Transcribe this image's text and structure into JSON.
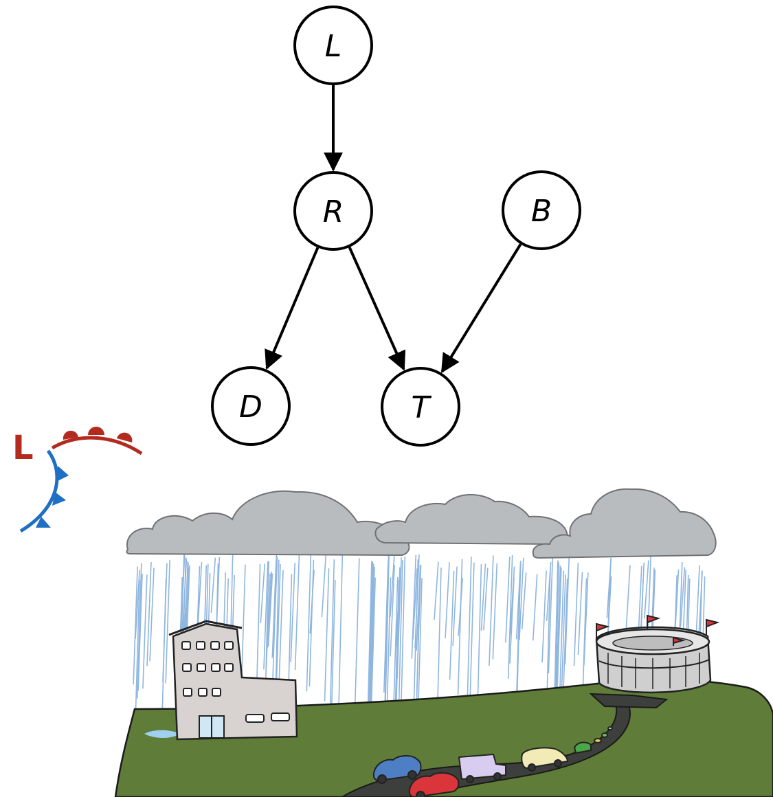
{
  "diagram": {
    "nodes": [
      {
        "id": "L",
        "label": "L"
      },
      {
        "id": "R",
        "label": "R"
      },
      {
        "id": "B",
        "label": "B"
      },
      {
        "id": "D",
        "label": "D"
      },
      {
        "id": "T",
        "label": "T"
      }
    ],
    "edges": [
      {
        "from": "L",
        "to": "R"
      },
      {
        "from": "R",
        "to": "D"
      },
      {
        "from": "R",
        "to": "T"
      },
      {
        "from": "B",
        "to": "T"
      }
    ]
  },
  "illustration": {
    "weather_front_letter": "L",
    "colors": {
      "warm_front": "#b32a1f",
      "cold_front": "#1f6fc4",
      "cloud": "#b9bcbf",
      "grass": "#5f7d38",
      "road": "#3c3f3b",
      "rain": "#8fb6df"
    }
  }
}
